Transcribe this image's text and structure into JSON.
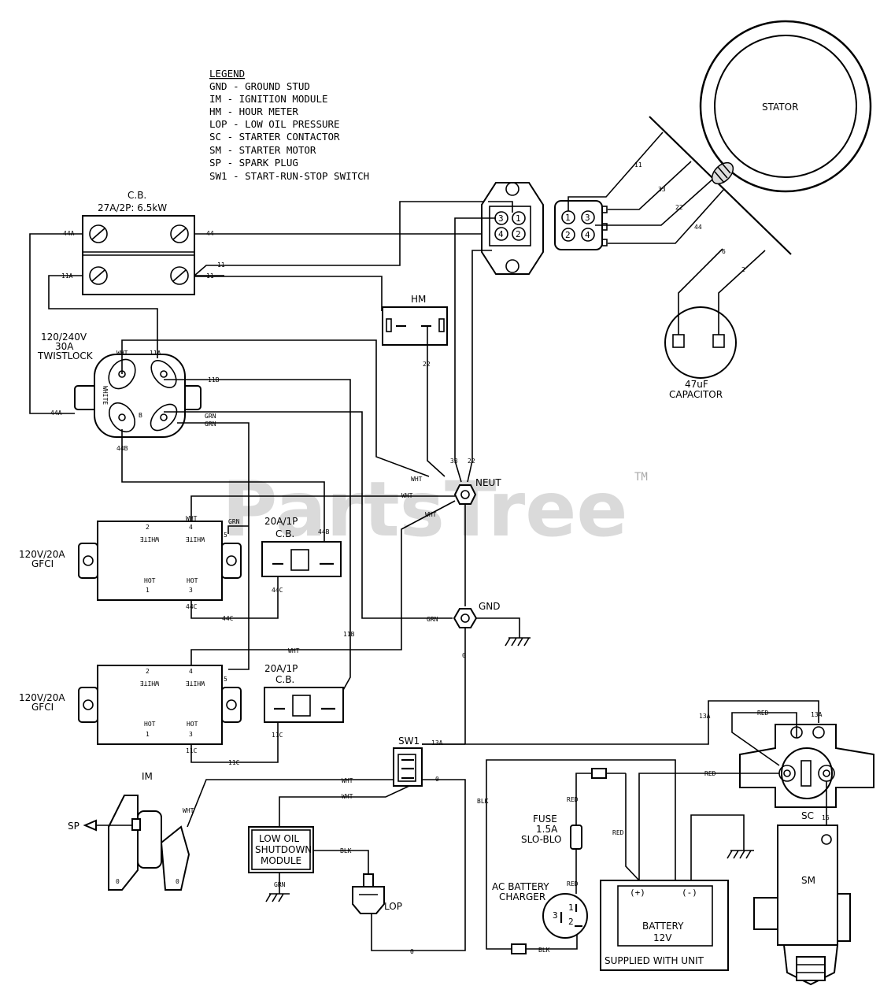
{
  "legend": {
    "title": "LEGEND",
    "items": [
      "GND - GROUND STUD",
      "IM - IGNITION MODULE",
      "HM - HOUR METER",
      "LOP - LOW OIL PRESSURE",
      "SC - STARTER CONTACTOR",
      "SM - STARTER MOTOR",
      "SP - SPARK PLUG",
      "SW1 - START-RUN-STOP SWITCH"
    ]
  },
  "components": {
    "cb_main_title": "C.B.",
    "cb_main_rating": "27A/2P: 6.5kW",
    "stator": "STATOR",
    "capacitor_value": "47uF",
    "capacitor_label": "CAPACITOR",
    "hour_meter": "HM",
    "twistlock_l1": "120/240V",
    "twistlock_l2": "30A",
    "twistlock_l3": "TWISTLOCK",
    "neut": "NEUT",
    "gnd": "GND",
    "gfci1_l1": "120V/20A",
    "gfci1_l2": "GFCI",
    "gfci2_l1": "120V/20A",
    "gfci2_l2": "GFCI",
    "cb20a_1": "20A/1P",
    "cb20a_1b": "C.B.",
    "cb20a_2": "20A/1P",
    "cb20a_2b": "C.B.",
    "sw1": "SW1",
    "im": "IM",
    "sp": "SP",
    "low_oil_1": "LOW OIL",
    "low_oil_2": "SHUTDOWN",
    "low_oil_3": "MODULE",
    "lop": "LOP",
    "fuse_1": "FUSE",
    "fuse_2": "1.5A",
    "fuse_3": "SLO-BLO",
    "charger_1": "AC BATTERY",
    "charger_2": "CHARGER",
    "battery_1": "BATTERY",
    "battery_2": "12V",
    "supplied": "SUPPLIED WITH UNIT",
    "sc": "SC",
    "sm": "SM",
    "plus": "(+)",
    "minus": "(-)",
    "white": "WHITE",
    "hot": "HOT",
    "watermark": "PartsTree",
    "tm": "TM"
  },
  "wires": {
    "w44A": "44A",
    "w44": "44",
    "w11": "11",
    "w11A": "11A",
    "w11B": "11B",
    "w44B": "44B",
    "w44C": "44C",
    "w11C": "11C",
    "w33": "33",
    "w22": "22",
    "w6": "6",
    "w2": "2",
    "w13A": "13A",
    "w16": "16",
    "w0": "0",
    "WHT": "WHT",
    "GRN": "GRN",
    "RED": "RED",
    "BLK": "BLK",
    "WHITE": "WHITE",
    "B": "B",
    "n1": "1",
    "n2": "2",
    "n3": "3",
    "n4": "4",
    "n5": "5"
  }
}
